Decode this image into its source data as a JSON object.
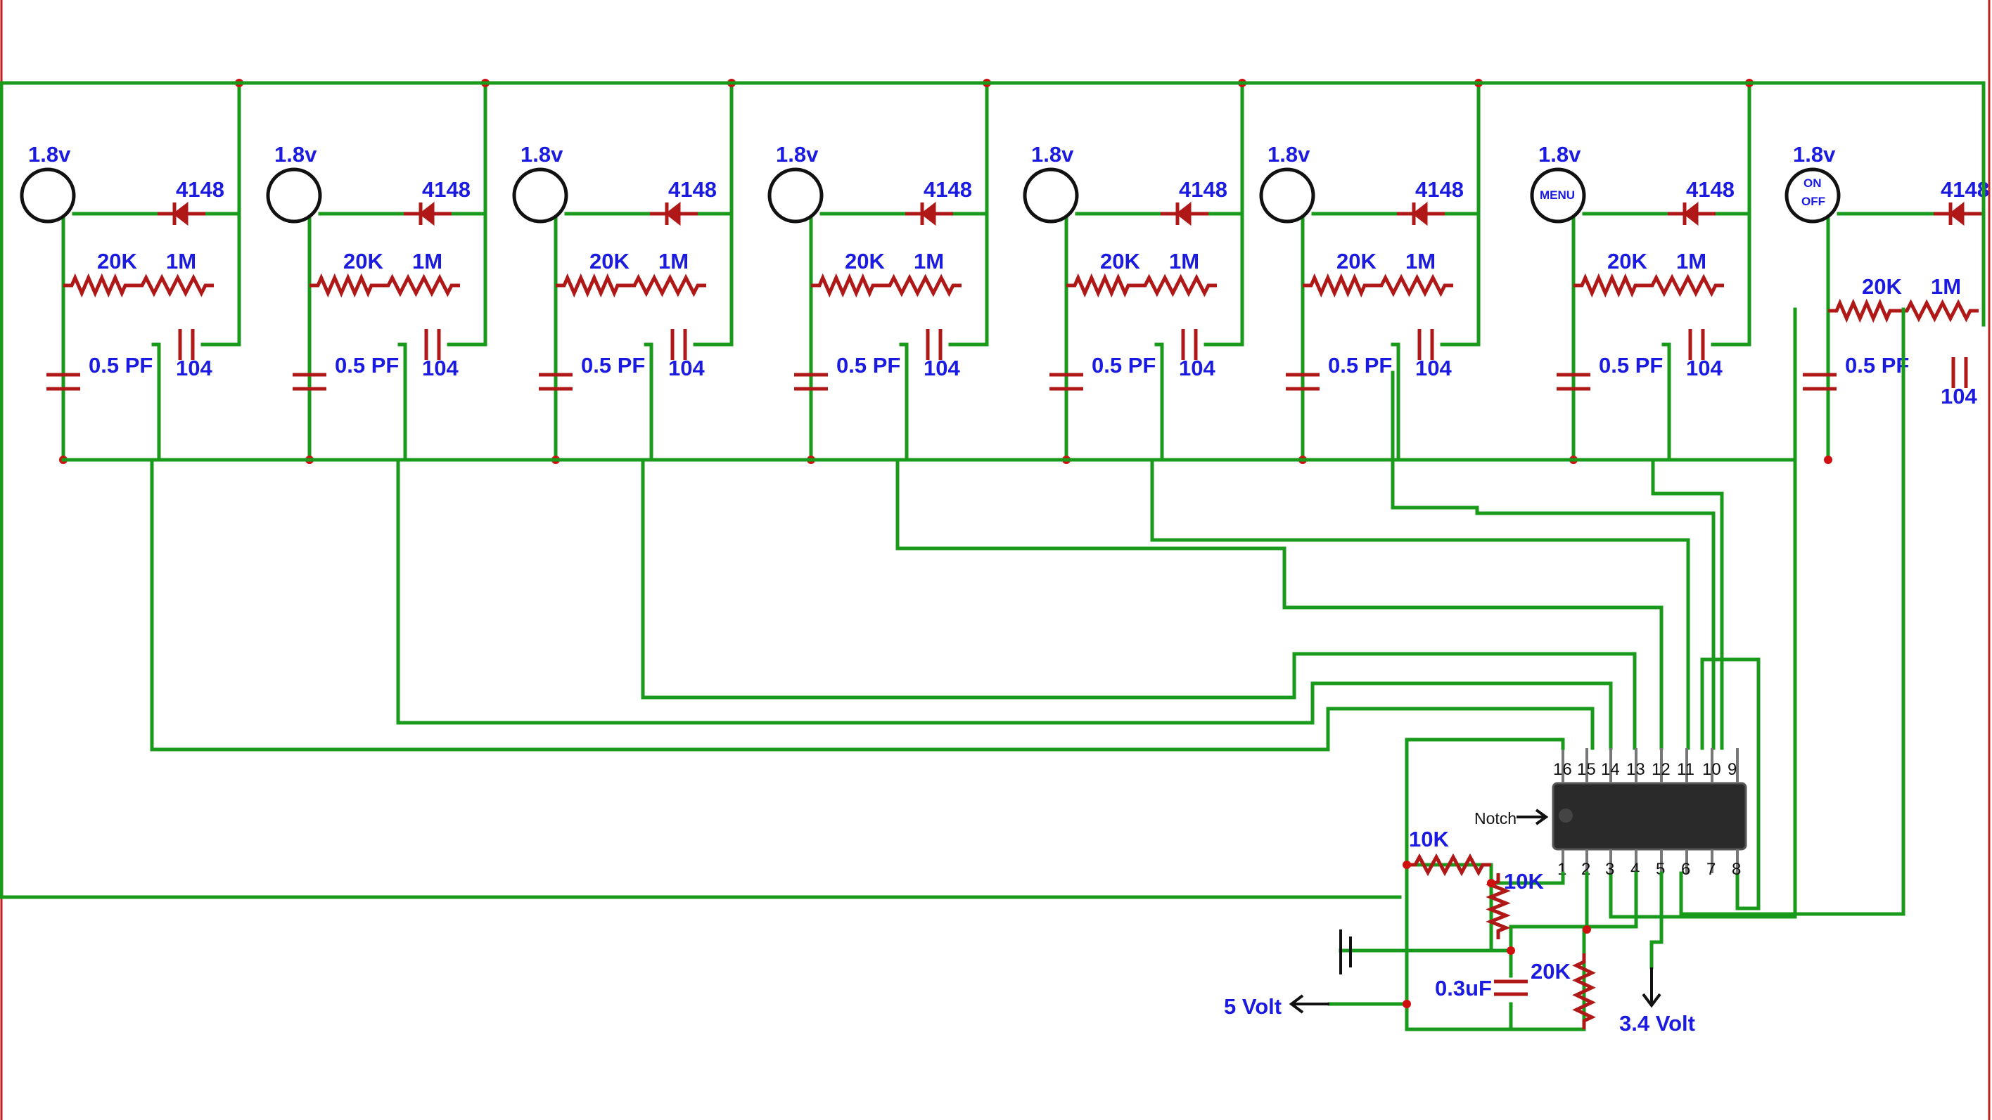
{
  "channels": [
    {
      "pad_voltage": "1.8v",
      "pad_text": "",
      "pad_text2": "",
      "diode": "4148",
      "r_sense": "20K",
      "r_feedback": "1M",
      "c_pad": "0.5 PF",
      "c_feedback": "104"
    },
    {
      "pad_voltage": "1.8v",
      "pad_text": "",
      "pad_text2": "",
      "diode": "4148",
      "r_sense": "20K",
      "r_feedback": "1M",
      "c_pad": "0.5 PF",
      "c_feedback": "104"
    },
    {
      "pad_voltage": "1.8v",
      "pad_text": "",
      "pad_text2": "",
      "diode": "4148",
      "r_sense": "20K",
      "r_feedback": "1M",
      "c_pad": "0.5 PF",
      "c_feedback": "104"
    },
    {
      "pad_voltage": "1.8v",
      "pad_text": "",
      "pad_text2": "",
      "diode": "4148",
      "r_sense": "20K",
      "r_feedback": "1M",
      "c_pad": "0.5 PF",
      "c_feedback": "104"
    },
    {
      "pad_voltage": "1.8v",
      "pad_text": "",
      "pad_text2": "",
      "diode": "4148",
      "r_sense": "20K",
      "r_feedback": "1M",
      "c_pad": "0.5 PF",
      "c_feedback": "104"
    },
    {
      "pad_voltage": "1.8v",
      "pad_text": "",
      "pad_text2": "",
      "diode": "4148",
      "r_sense": "20K",
      "r_feedback": "1M",
      "c_pad": "0.5 PF",
      "c_feedback": "104"
    },
    {
      "pad_voltage": "1.8v",
      "pad_text": "MENU",
      "pad_text2": "",
      "diode": "4148",
      "r_sense": "20K",
      "r_feedback": "1M",
      "c_pad": "0.5 PF",
      "c_feedback": "104"
    },
    {
      "pad_voltage": "1.8v",
      "pad_text": "ON",
      "pad_text2": "OFF",
      "diode": "4148",
      "r_sense": "20K",
      "r_feedback": "1M",
      "c_pad": "0.5 PF",
      "c_feedback": "104"
    }
  ],
  "ic": {
    "top_pins": [
      "16",
      "15",
      "14",
      "13",
      "12",
      "11",
      "10",
      "9"
    ],
    "bottom_pins": [
      "1",
      "2",
      "3",
      "4",
      "5",
      "6",
      "7",
      "8"
    ],
    "notch_label": "Notch"
  },
  "support": {
    "r1": "10K",
    "r2": "10K",
    "cap": "0.3uF",
    "r3": "20K",
    "supply_label": "5 Volt",
    "output_label": "3.4 Volt"
  }
}
